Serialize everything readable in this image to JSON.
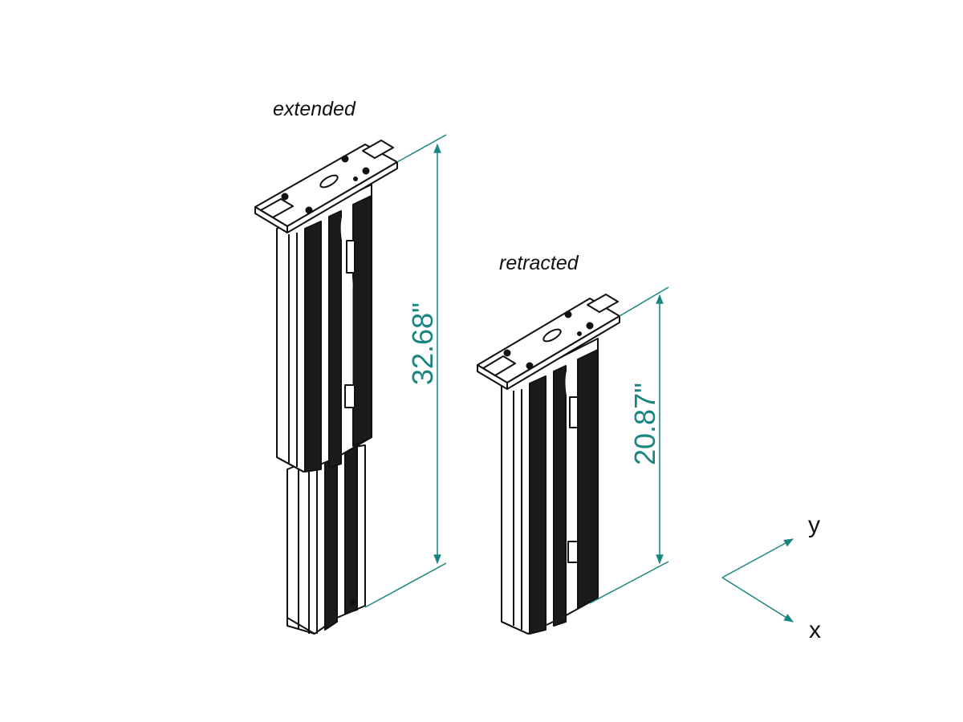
{
  "labels": {
    "extended": "extended",
    "retracted": "retracted"
  },
  "dimensions": {
    "extended_height": "32.68\"",
    "retracted_height": "20.87\""
  },
  "axes": {
    "y": "y",
    "x": "x"
  },
  "colors": {
    "dimension": "#1a8580",
    "outline": "#111111",
    "fill_dark": "#1b1b1b",
    "fill_light": "#ffffff"
  }
}
